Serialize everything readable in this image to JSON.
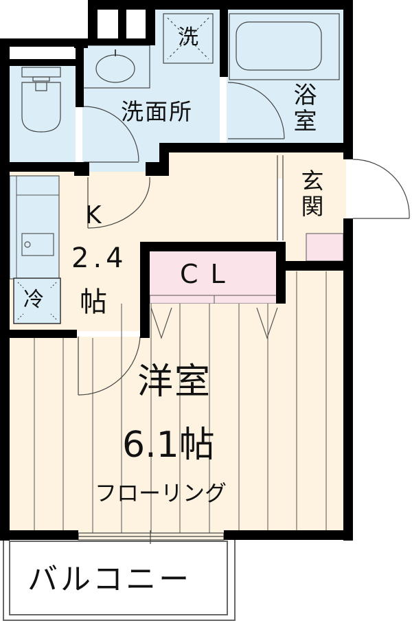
{
  "floorplan": {
    "colors": {
      "wall": "#000000",
      "wet_area": "#dbeef8",
      "dry_area": "#fdf3e0",
      "storage": "#fbe3ea",
      "line": "#555555",
      "background": "#ffffff"
    },
    "rooms": {
      "washroom": {
        "label": "洗面所"
      },
      "washer": {
        "label": "洗"
      },
      "bathroom": {
        "label": "浴室"
      },
      "entrance": {
        "label": "玄関"
      },
      "kitchen": {
        "label": "K",
        "size": "2.4",
        "unit": "帖"
      },
      "fridge": {
        "label": "冷"
      },
      "closet": {
        "label": "CL"
      },
      "western_room": {
        "label": "洋室",
        "size": "6.1帖",
        "floor": "フローリング"
      },
      "balcony": {
        "label": "バルコニー"
      }
    }
  }
}
